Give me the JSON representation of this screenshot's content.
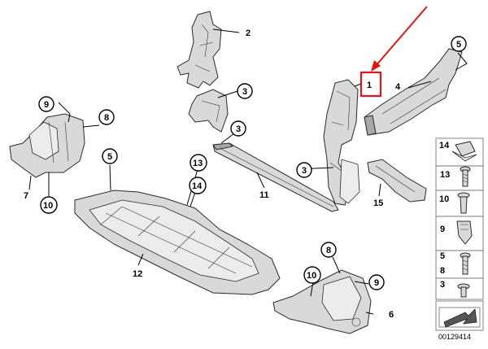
{
  "callouts": {
    "c1": "1",
    "c2": "2",
    "c3a": "3",
    "c3b": "3",
    "c3c": "3",
    "c4": "4",
    "c5a": "5",
    "c5b": "5",
    "c6": "6",
    "c7": "7",
    "c8a": "8",
    "c8b": "8",
    "c9a": "9",
    "c9b": "9",
    "c10a": "10",
    "c10b": "10",
    "c11": "11",
    "c12": "12",
    "c13": "13",
    "c14": "14",
    "c15": "15"
  },
  "hardware_legend": {
    "items": [
      {
        "num": "14",
        "icon": "clip-nut-icon"
      },
      {
        "num": "13",
        "icon": "bolt-icon"
      },
      {
        "num": "10",
        "icon": "expanding-rivet-icon"
      },
      {
        "num": "9",
        "icon": "nut-icon"
      },
      {
        "num": "5",
        "icon": "screw-icon"
      },
      {
        "num": "8",
        "icon": "screw-icon"
      },
      {
        "num": "3",
        "icon": "rivet-icon"
      }
    ]
  },
  "reference_number": "00129414",
  "highlight": {
    "color": "#e01515",
    "target_label": "1"
  }
}
